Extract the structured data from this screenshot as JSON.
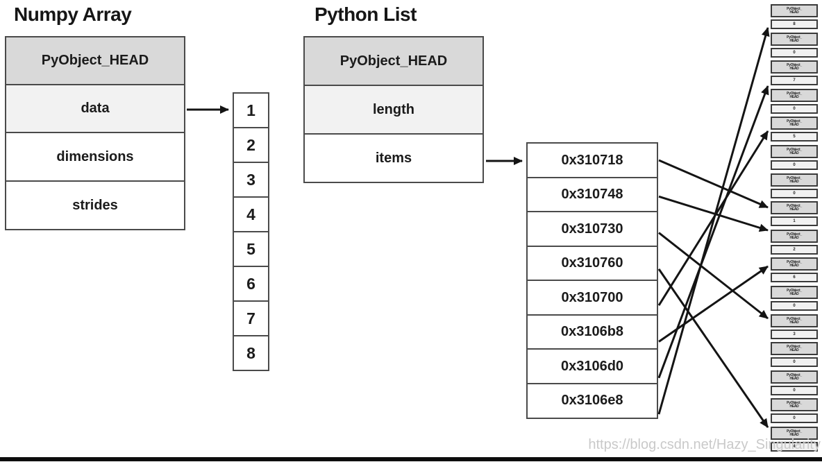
{
  "colors": {
    "dark_fill": "#d9d9d9",
    "light_fill": "#f2f2f2",
    "border": "#4a4a4a",
    "mem_border": "#3a3a3a",
    "watermark": "#c9c9c9",
    "bottom_bar": "#0c0c0c"
  },
  "numpy": {
    "title": "Numpy Array",
    "rows": [
      {
        "label": "PyObject_HEAD",
        "shade": "dark"
      },
      {
        "label": "data",
        "shade": "light"
      },
      {
        "label": "dimensions",
        "shade": "plain"
      },
      {
        "label": "strides",
        "shade": "plain"
      }
    ],
    "cells": [
      "1",
      "2",
      "3",
      "4",
      "5",
      "6",
      "7",
      "8"
    ]
  },
  "python": {
    "title": "Python List",
    "rows": [
      {
        "label": "PyObject_HEAD",
        "shade": "dark"
      },
      {
        "label": "length",
        "shade": "light"
      },
      {
        "label": "items",
        "shade": "plain"
      }
    ]
  },
  "pointer_list": {
    "addresses": [
      "0x310718",
      "0x310748",
      "0x310730",
      "0x310760",
      "0x310700",
      "0x3106b8",
      "0x3106d0",
      "0x3106e8"
    ]
  },
  "memory_column": {
    "head_label": "PyObject_",
    "head_label2": "HEAD",
    "pairs": [
      {
        "value": "8"
      },
      {
        "value": "0"
      },
      {
        "value": "7"
      },
      {
        "value": "0"
      },
      {
        "value": "5"
      },
      {
        "value": "0"
      },
      {
        "value": "0"
      },
      {
        "value": "1"
      },
      {
        "value": "2"
      },
      {
        "value": "6"
      },
      {
        "value": "0"
      },
      {
        "value": "3"
      },
      {
        "value": "0"
      },
      {
        "value": "0"
      },
      {
        "value": "0"
      },
      {
        "value": "4"
      }
    ]
  },
  "pointers": [
    {
      "address": "0x310718",
      "target_pair": 7
    },
    {
      "address": "0x310748",
      "target_pair": 8
    },
    {
      "address": "0x310730",
      "target_pair": 11
    },
    {
      "address": "0x310760",
      "target_pair": 15
    },
    {
      "address": "0x310700",
      "target_pair": 4
    },
    {
      "address": "0x3106b8",
      "target_pair": 9
    },
    {
      "address": "0x3106d0",
      "target_pair": 2
    },
    {
      "address": "0x3106e8",
      "target_pair": 0
    }
  ],
  "links": [
    {
      "from": "data",
      "to": "array-values"
    },
    {
      "from": "items",
      "to": "pointer-list"
    }
  ],
  "watermark": "https://blog.csdn.net/Hazy_Singularity"
}
